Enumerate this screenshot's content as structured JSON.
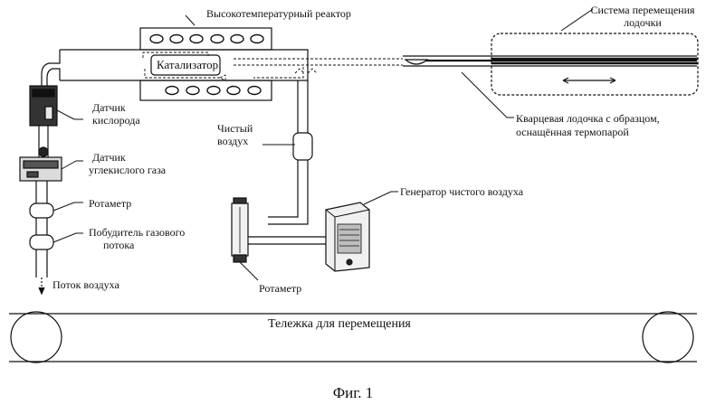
{
  "labels": {
    "reactor": "Высокотемпературный реактор",
    "catalyst": "Катализатор",
    "boat_system_line1": "Система  перемещения",
    "boat_system_line2": "лодочки",
    "quartz_boat_line1": "Кварцевая лодочка с образцом,",
    "quartz_boat_line2": "оснащённая термопарой",
    "oxygen_sensor_line1": "Датчик",
    "oxygen_sensor_line2": "кислорода",
    "co2_sensor_line1": "Датчик",
    "co2_sensor_line2": "углекислого газа",
    "rotameter_left": "Ротаметр",
    "gas_pump_line1": "Побудитель газового",
    "gas_pump_line2": "потока",
    "air_flow": "Поток воздуха",
    "clean_air_line1": "Чистый",
    "clean_air_line2": "воздух",
    "air_generator": "Генератор чистого воздуха",
    "rotameter_right": "Ротаметр",
    "cart": "Тележка для перемещения",
    "figure_caption": "Фиг. 1"
  }
}
